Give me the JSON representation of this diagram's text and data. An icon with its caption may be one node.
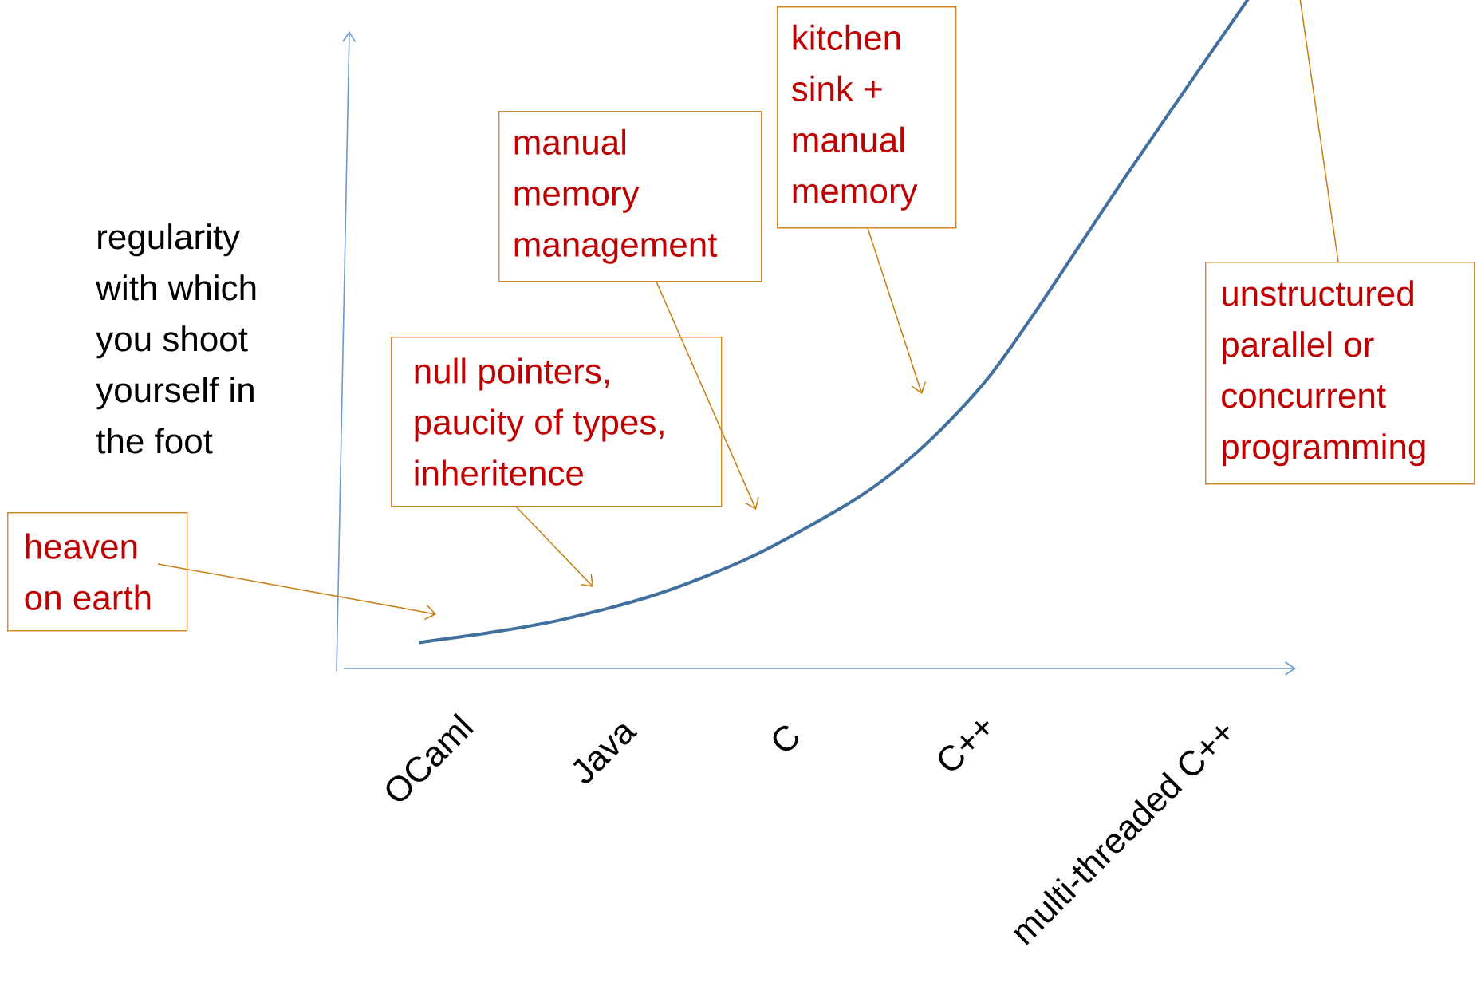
{
  "diagram": {
    "nodes": [
      {
        "text": [
          "heaven on earth"
        ]
      },
      {
        "text": [
          "null pointers, paucity of types, inheritence"
        ]
      },
      {
        "text": [
          "manual memory management"
        ]
      },
      {
        "text": [
          "kitchen sink + manual memory"
        ]
      },
      {
        "text": [
          "unstructured parallel or concurrent programming"
        ]
      }
    ],
    "edges": [
      {
        "from": 0,
        "to": null,
        "arrow": "to"
      },
      {
        "from": 1,
        "to": null,
        "arrow": "to"
      },
      {
        "from": 2,
        "to": null,
        "arrow": "to"
      },
      {
        "from": 3,
        "to": null,
        "arrow": "to"
      },
      {
        "from": 4,
        "to": null,
        "arrow": "none"
      }
    ],
    "labels": [
      "regularity with which you shoot yourself in the foot",
      "OCaml",
      "Java",
      "C",
      "C++",
      "multi-threaded C++"
    ]
  }
}
